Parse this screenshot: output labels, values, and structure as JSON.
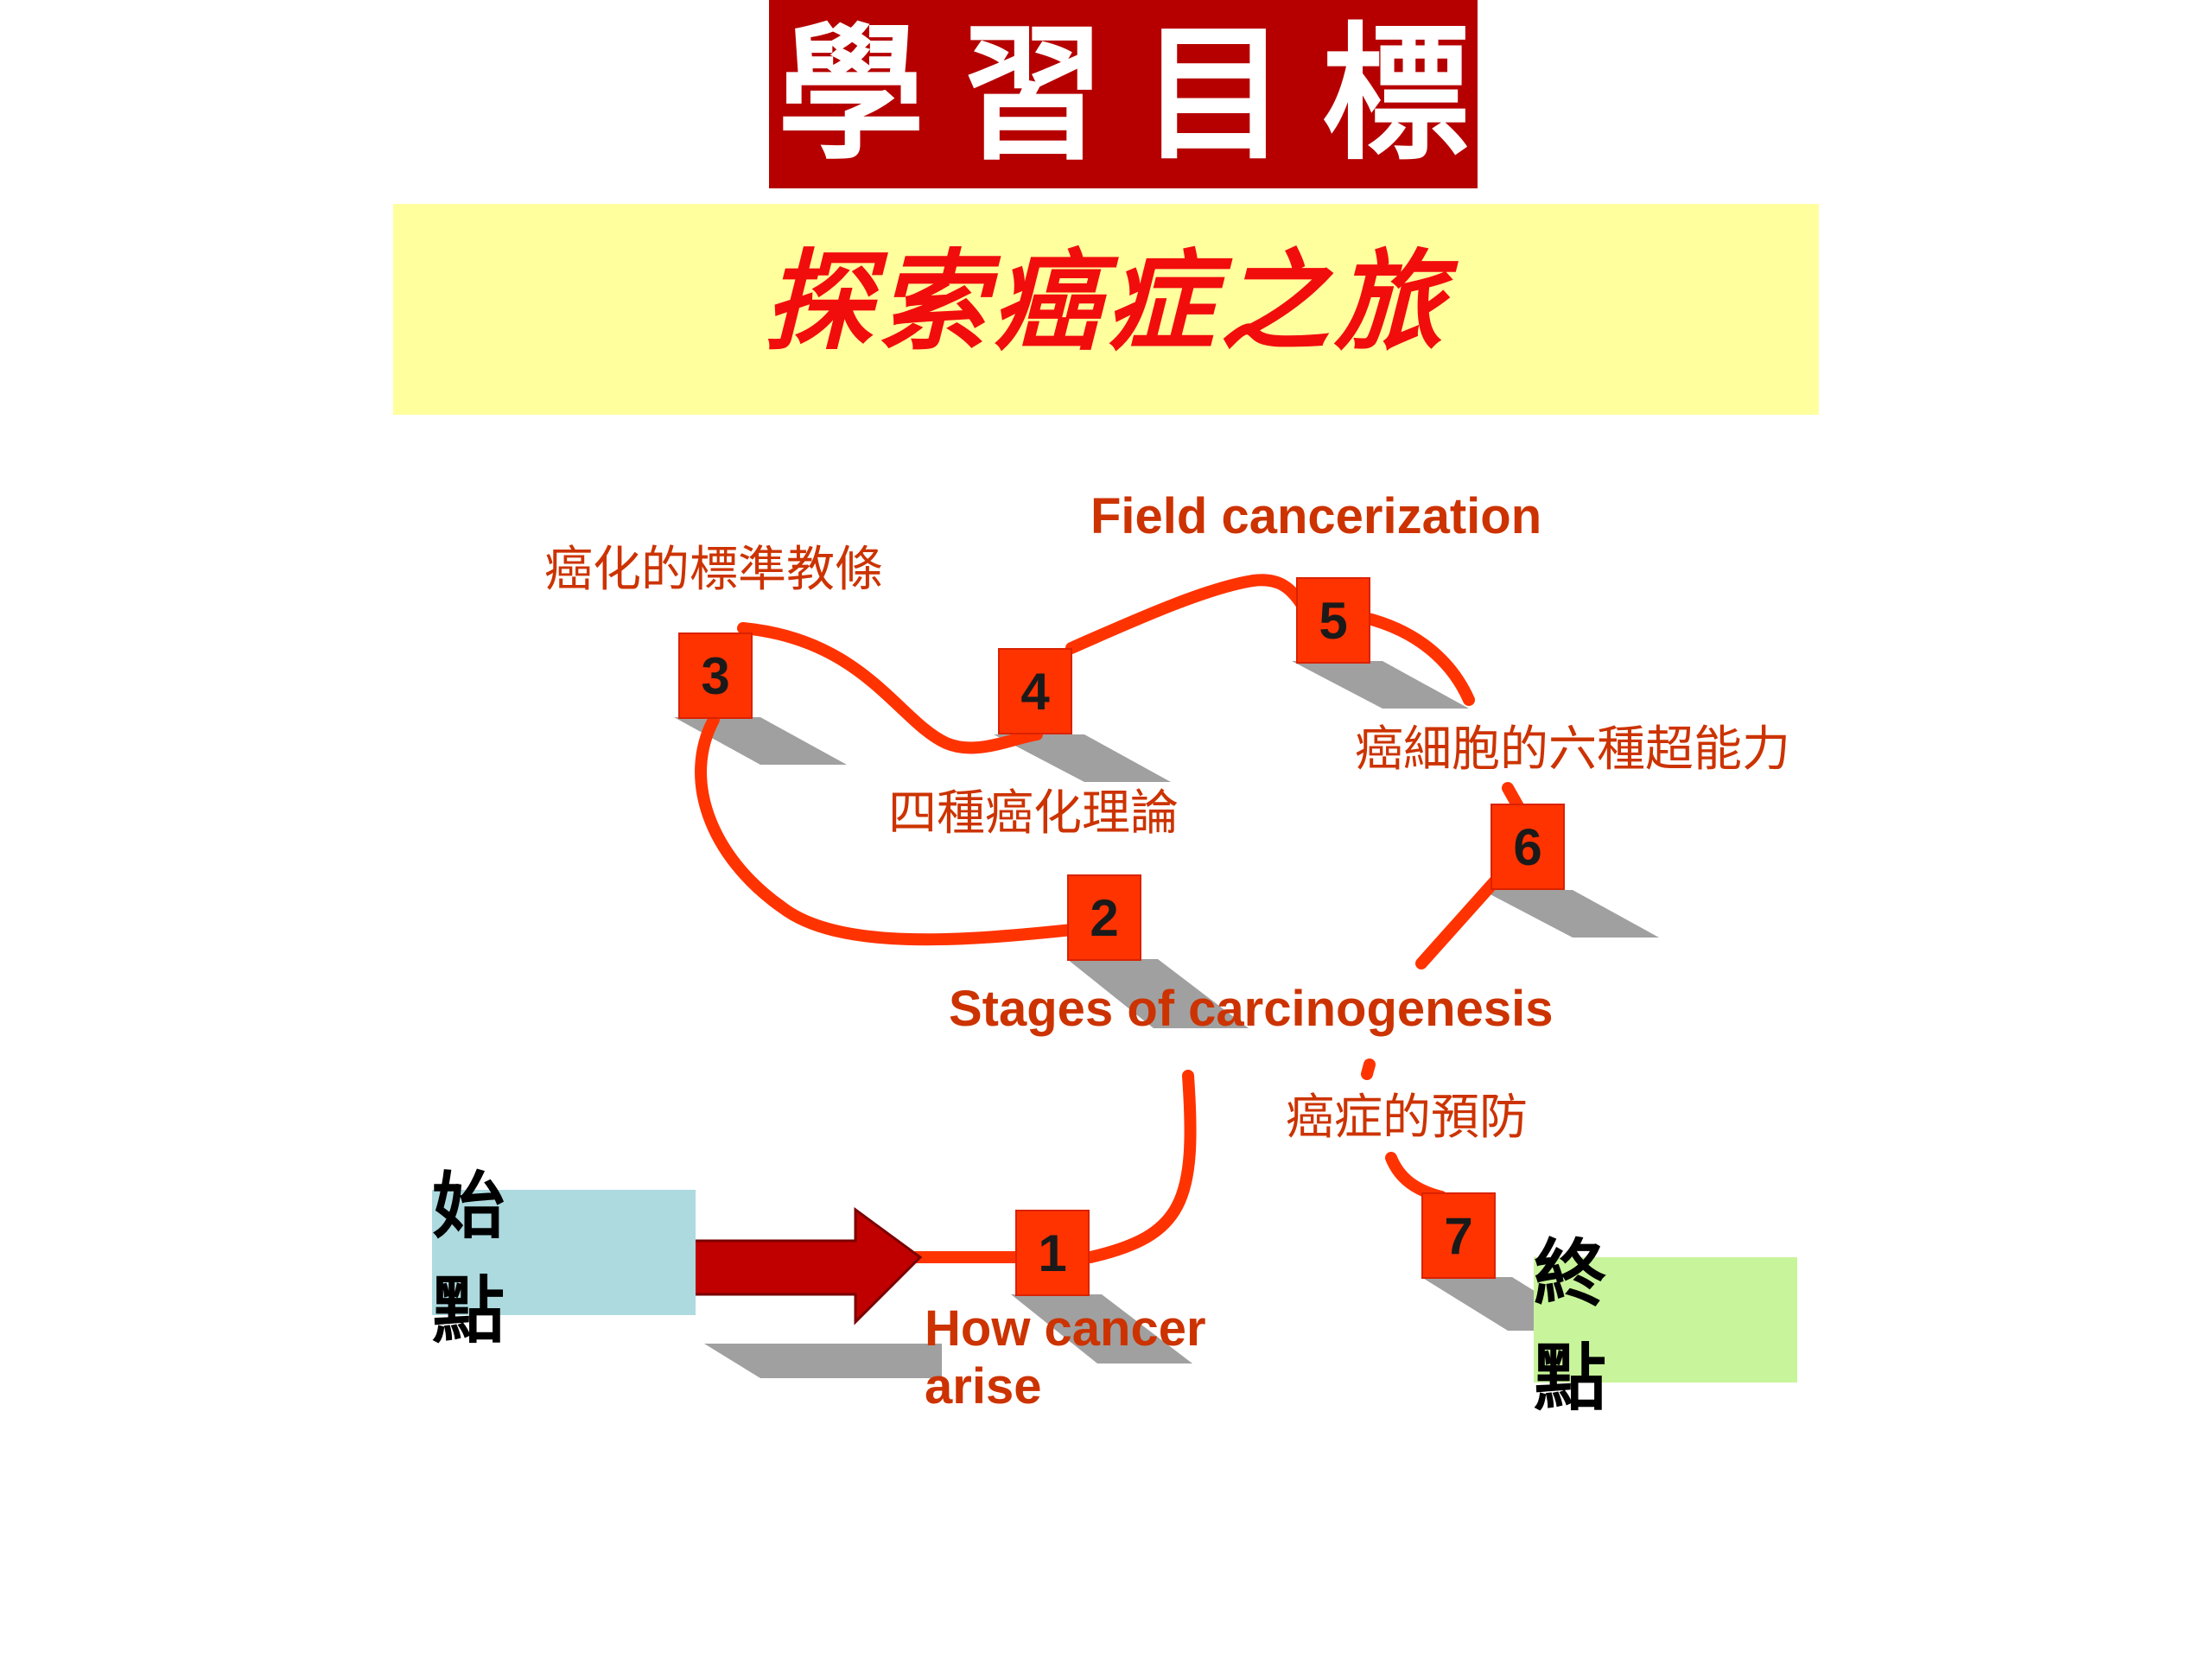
{
  "header": {
    "title": "學習目標",
    "subtitle": "探索癌症之旅"
  },
  "journey": {
    "start": "始 點",
    "end": "終 點",
    "steps": [
      {
        "number": "1",
        "label": "How cancer\narise"
      },
      {
        "number": "2",
        "label": "Stages of carcinogenesis"
      },
      {
        "number": "3",
        "label": "癌化的標準教條"
      },
      {
        "number": "4",
        "label": "四種癌化理論"
      },
      {
        "number": "5",
        "label": "Field cancerization"
      },
      {
        "number": "6",
        "label": "癌細胞的六種超能力"
      },
      {
        "number": "7",
        "label": "癌症的預防"
      }
    ]
  },
  "colors": {
    "title_bg": "#b60000",
    "subtitle_bg": "#ffff9e",
    "subtitle_text": "#f20d0d",
    "path": "#ff3300",
    "label": "#cc3300",
    "shadow": "#a0a0a0",
    "arrow": "#c00000",
    "start_bg": "#acdadf",
    "end_bg": "#c8f59b"
  }
}
